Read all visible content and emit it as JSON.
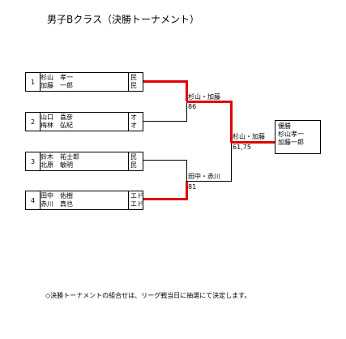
{
  "title": "男子Bクラス（決勝トーナメント）",
  "teams": [
    {
      "seed": "1",
      "player1": "杉山　孝一",
      "player2": "加藤　一郎",
      "club1": "民",
      "club2": "民"
    },
    {
      "seed": "2",
      "player1": "山口　喜彦",
      "player2": "梅林　弘紀",
      "club1": "オ",
      "club2": "オ"
    },
    {
      "seed": "3",
      "player1": "鈴木　祐士郎",
      "player2": "北原　敏明",
      "club1": "民",
      "club2": "民"
    },
    {
      "seed": "4",
      "player1": "田中　佑樹",
      "player2": "赤川　真也",
      "club1": "エド",
      "club2": "エド"
    }
  ],
  "semifinals": [
    {
      "winner": "杉山・加藤",
      "score": "86"
    },
    {
      "winner": "田中・赤川",
      "score": "81"
    }
  ],
  "final": {
    "winner": "杉山・加藤",
    "score": "61,75"
  },
  "champion": {
    "label": "優勝",
    "player1": "杉山孝一",
    "player2": "加藤一郎"
  },
  "note": "◇決勝トーナメントの組合せは、リーグ戦当日に抽選にて決定します。",
  "colors": {
    "winner_line": "#e00000",
    "line": "#000000"
  }
}
